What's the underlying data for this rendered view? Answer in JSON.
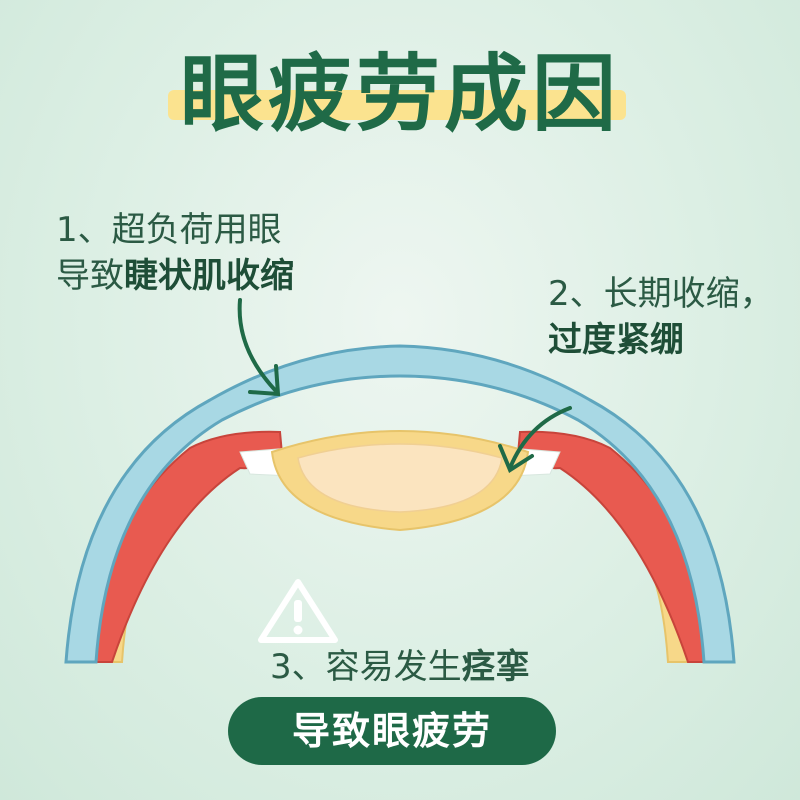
{
  "title": "眼疲劳成因",
  "captions": {
    "c1_line1": "1、超负荷用眼",
    "c1_line2_pre": "导致",
    "c1_line2_bold": "睫状肌收缩",
    "c2_line1": "2、长期收缩，",
    "c2_line2": "过度紧绷",
    "c3_pre": "3、容易发生",
    "c3_bold": "痉挛"
  },
  "result": "导致眼疲劳",
  "icons": [
    "warning-icon",
    "arrow-left-icon",
    "arrow-right-icon"
  ],
  "colors": {
    "title": "#1f6a47",
    "highlight": "#fbe38f",
    "sclera_blue": "#a8d8e4",
    "muscle_red": "#e85a50",
    "lens_yellow": "#f7d889",
    "lens_core": "#fbe4bf",
    "pill": "#1e6947"
  }
}
